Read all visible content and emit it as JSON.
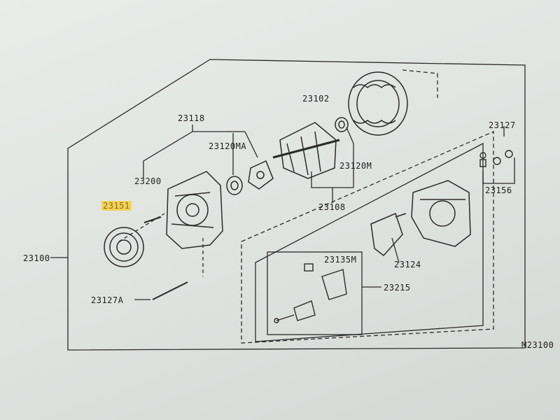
{
  "labels": {
    "p23100": "23100",
    "p23102": "23102",
    "p23118": "23118",
    "p23120MA": "23120MA",
    "p23200": "23200",
    "p23120M": "23120M",
    "p23151": "23151",
    "p23108": "23108",
    "p23127": "23127",
    "p23156": "23156",
    "p23124": "23124",
    "p23135M": "23135M",
    "p23215": "23215",
    "p23127A": "23127A",
    "code": "M23100"
  },
  "colors": {
    "highlight": "#f2d35a",
    "ink": "#1d1d1d"
  }
}
